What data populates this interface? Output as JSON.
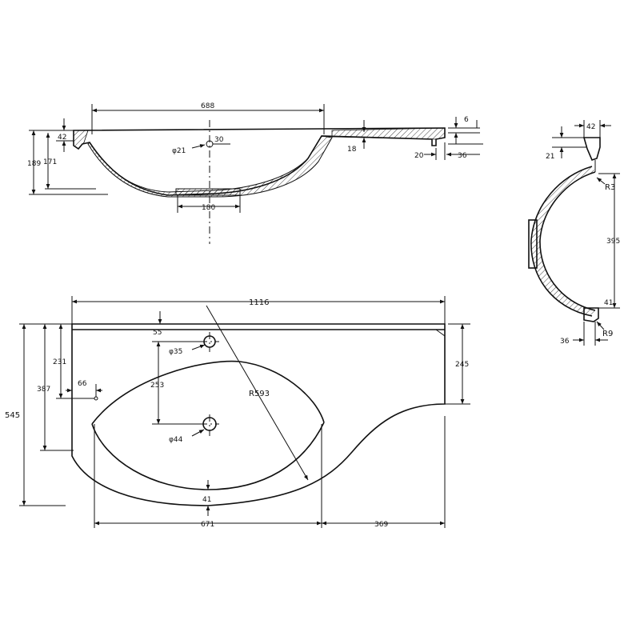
{
  "section_view": {
    "width_top": "688",
    "thickness_left": "42",
    "drain_offset": "30",
    "drain_diameter": "φ21",
    "depth_inner": "171",
    "depth_total": "189",
    "bowl_bottom": "180",
    "wall": "18",
    "rim_thickness": "6",
    "edge_20": "20",
    "edge_36": "36"
  },
  "side_view": {
    "top_width": "42",
    "lip_height": "21",
    "radius_top": "R3",
    "bowl_width": "395",
    "lower_lip": "41",
    "radius_bottom": "R9",
    "foot": "36"
  },
  "plan_view": {
    "overall_width": "1116",
    "tap_offset": "55",
    "tap_hole": "φ35",
    "front_depth": "231",
    "overflow_offset": "66",
    "tap_to_drain": "253",
    "arc_radius": "R593",
    "counter_depth": "245",
    "bowl_depth": "387",
    "overall_depth": "545",
    "drain_hole": "φ44",
    "front_lip": "41",
    "bowl_length": "671",
    "shelf_length": "369"
  }
}
